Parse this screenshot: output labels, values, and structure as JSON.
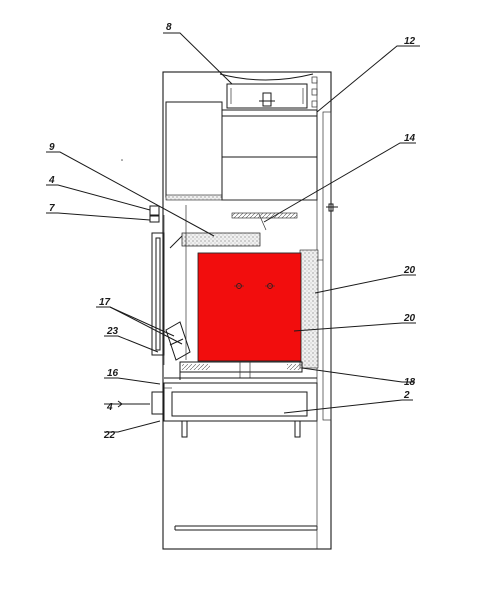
{
  "colors": {
    "firebox": "#f20d0d",
    "line": "#1a1a1a",
    "insulation": "#d9d9d9",
    "background": "#ffffff"
  },
  "callouts": [
    {
      "id": "8",
      "text": "8"
    },
    {
      "id": "12",
      "text": "12"
    },
    {
      "id": "9",
      "text": "9"
    },
    {
      "id": "4a",
      "text": "4"
    },
    {
      "id": "7",
      "text": "7"
    },
    {
      "id": "14",
      "text": "14"
    },
    {
      "id": "20a",
      "text": "20"
    },
    {
      "id": "20b",
      "text": "20"
    },
    {
      "id": "17",
      "text": "17"
    },
    {
      "id": "23",
      "text": "23"
    },
    {
      "id": "16",
      "text": "16"
    },
    {
      "id": "18",
      "text": "18"
    },
    {
      "id": "4b",
      "text": "4"
    },
    {
      "id": "2",
      "text": "2"
    },
    {
      "id": "22",
      "text": "22"
    }
  ]
}
